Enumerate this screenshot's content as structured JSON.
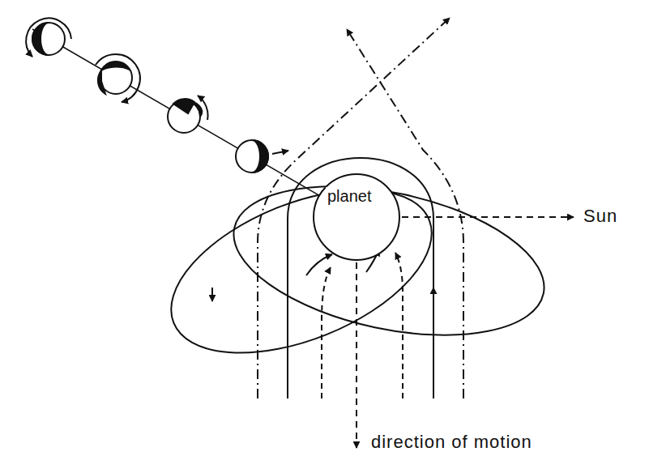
{
  "diagram": {
    "nodes": [
      {
        "text": [
          "planet"
        ]
      }
    ],
    "labels": [
      "Sun",
      "direction of motion"
    ]
  }
}
